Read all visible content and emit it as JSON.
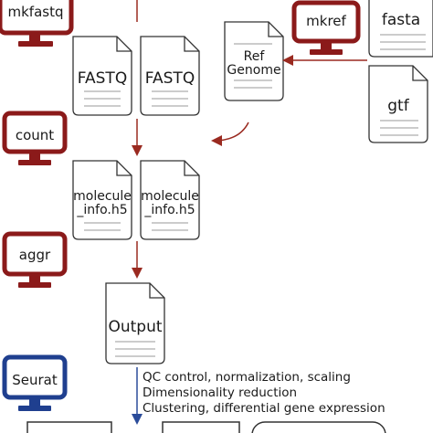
{
  "colors": {
    "monitor_red": "#8b1a1a",
    "monitor_blue": "#1f3f8f",
    "arrow_red": "#9a2a20",
    "arrow_blue": "#2b4c9a",
    "doc_stroke": "#333333"
  },
  "monitors": {
    "mkfastq": "mkfastq",
    "mkref": "mkref",
    "count": "count",
    "aggr": "aggr",
    "seurat": "Seurat"
  },
  "documents": {
    "fastq_1": "FASTQ",
    "fastq_2": "FASTQ",
    "fasta": "fasta",
    "gtf": "gtf",
    "ref_genome_line1": "Ref",
    "ref_genome_line2": "Genome",
    "molecule_info_1_line1": "molecule",
    "molecule_info_1_line2": "_info.h5",
    "molecule_info_2_line1": "molecule",
    "molecule_info_2_line2": "_info.h5",
    "output": "Output"
  },
  "seurat_notes": {
    "line1": "QC control, normalization, scaling",
    "line2": "Dimensionality reduction",
    "line3": "Clustering, differential gene expression"
  }
}
